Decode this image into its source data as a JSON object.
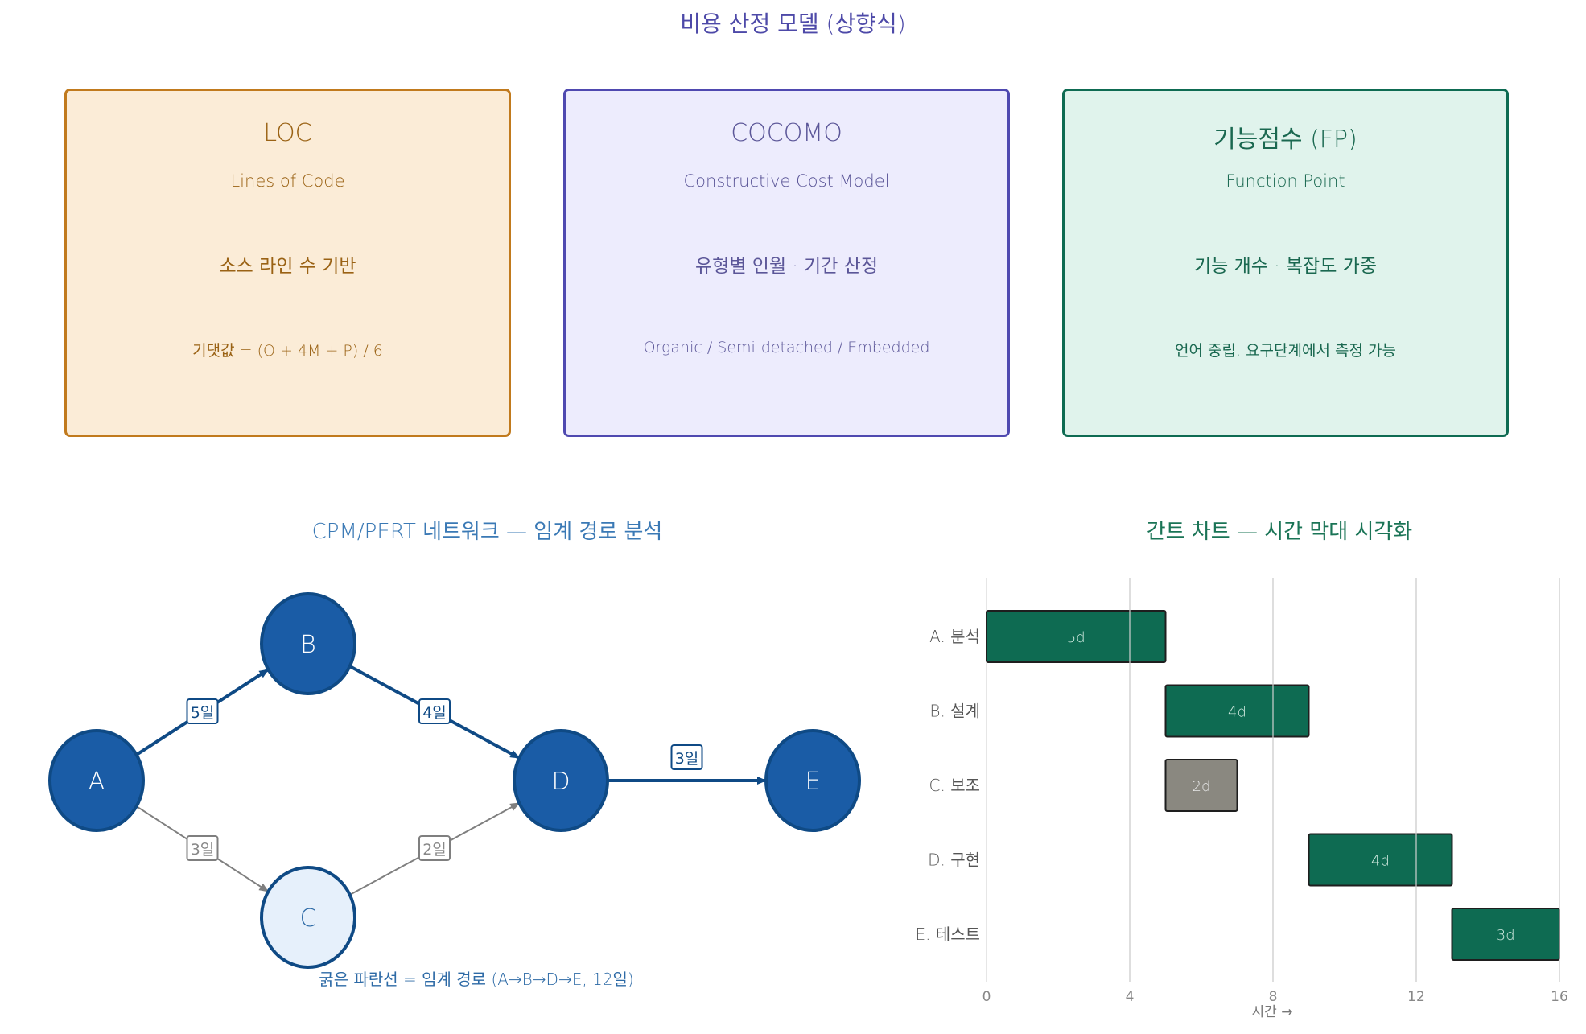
{
  "title": "비용 산정 모델 (상향식)",
  "cards": {
    "loc": {
      "heading": "LOC",
      "subtitle": "Lines of Code",
      "desc": "소스 라인 수 기반",
      "note": "기댓값 = (O + 4M + P) / 6"
    },
    "cocomo": {
      "heading": "COCOMO",
      "subtitle": "Constructive Cost Model",
      "desc": "유형별 인월 · 기간 산정",
      "note": "Organic / Semi-detached / Embedded"
    },
    "fp": {
      "heading": "기능점수 (FP)",
      "subtitle": "Function Point",
      "desc": "기능 개수 · 복잡도 가중",
      "note": "언어 중립, 요구단계에서 측정 가능"
    }
  },
  "cpm": {
    "title": "CPM/PERT 네트워크 — 임계 경로 분석",
    "nodes": [
      "A",
      "B",
      "C",
      "D",
      "E"
    ],
    "edges": [
      {
        "from": "A",
        "to": "B",
        "label": "5일",
        "critical": true
      },
      {
        "from": "B",
        "to": "D",
        "label": "4일",
        "critical": true
      },
      {
        "from": "D",
        "to": "E",
        "label": "3일",
        "critical": true
      },
      {
        "from": "A",
        "to": "C",
        "label": "3일",
        "critical": false
      },
      {
        "from": "C",
        "to": "D",
        "label": "2일",
        "critical": false
      }
    ],
    "caption": "굵은 파란선 = 임계 경로 (A→B→D→E, 12일)",
    "colors": {
      "critical": "#0f4a85",
      "normal": "#7f7f7f",
      "node_fill": "#1a5ca6",
      "node_light": "#e6f0fb"
    }
  },
  "gantt": {
    "title": "간트 차트 — 시간 막대 시각화",
    "chart_data": {
      "type": "bar",
      "orientation": "horizontal",
      "categories": [
        "A. 분석",
        "B. 설계",
        "C. 보조",
        "D. 구현",
        "E. 테스트"
      ],
      "start": [
        0,
        5,
        5,
        9,
        13
      ],
      "duration": [
        5,
        4,
        2,
        4,
        3
      ],
      "labels": [
        "5d",
        "4d",
        "2d",
        "4d",
        "3d"
      ],
      "xlabel": "시간 →",
      "xlim": [
        0,
        16
      ],
      "xticks": [
        0,
        4,
        8,
        12,
        16
      ],
      "grid": true,
      "colors": [
        "#0e6b52",
        "#0e6b52",
        "#8a8880",
        "#0e6b52",
        "#0e6b52"
      ]
    }
  }
}
